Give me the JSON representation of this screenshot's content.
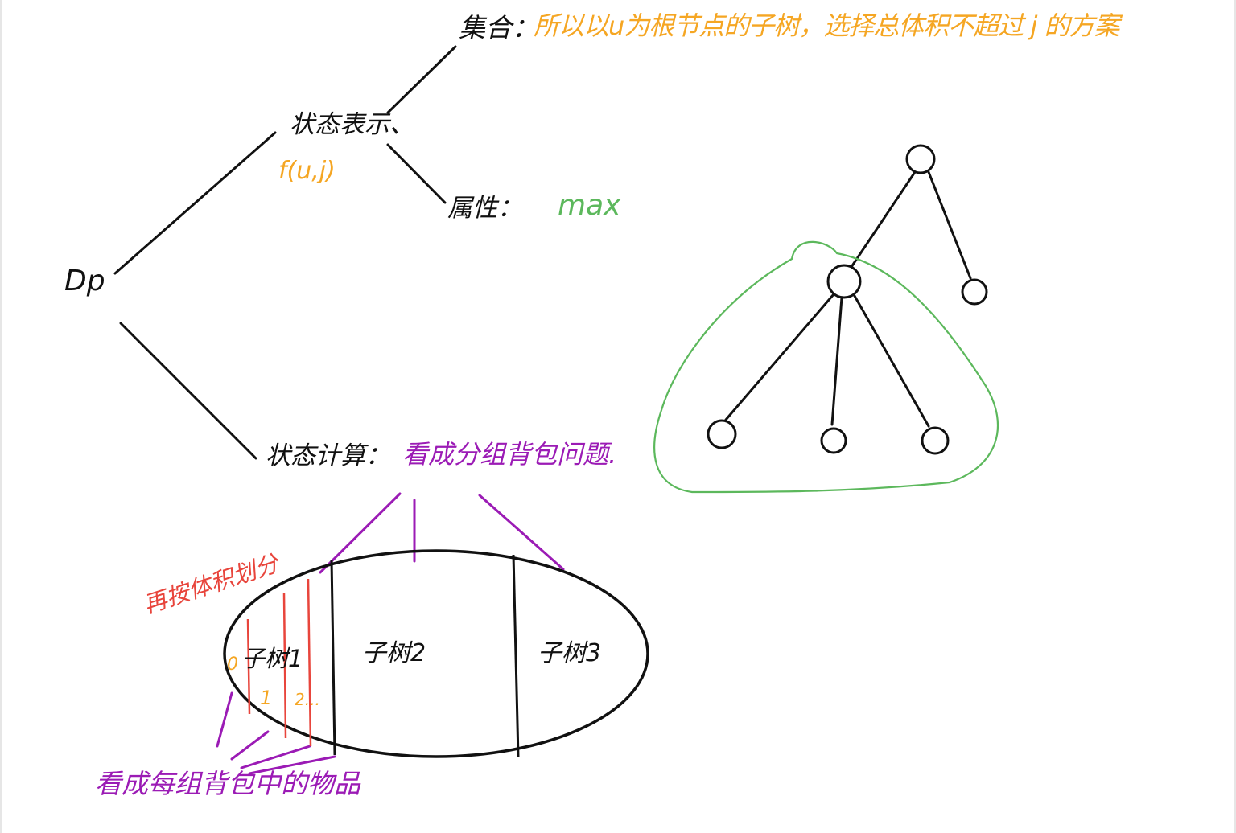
{
  "colors": {
    "black": "#111111",
    "orange": "#f5a623",
    "green": "#5cb85c",
    "purple": "#9b1bb5",
    "red": "#e8453c"
  },
  "root": {
    "label": "Dp"
  },
  "state_repr": {
    "label": "状态表示、",
    "symbol": "f(u,j)",
    "set_label": "集合：",
    "set_text": "所以以u为根节点的子树，选择总体积不超过 j 的方案",
    "attr_label": "属性：",
    "attr_value": "max"
  },
  "state_calc": {
    "label": "状态计算：",
    "text": "看成分组背包问题."
  },
  "partition": {
    "subtrees": [
      "子树1",
      "子树2",
      "子树3"
    ],
    "volume_start": "0",
    "volume_marks": [
      "1",
      "2..."
    ],
    "split_note": "再按体积划分",
    "bottom_note": "看成每组背包中的物品"
  }
}
